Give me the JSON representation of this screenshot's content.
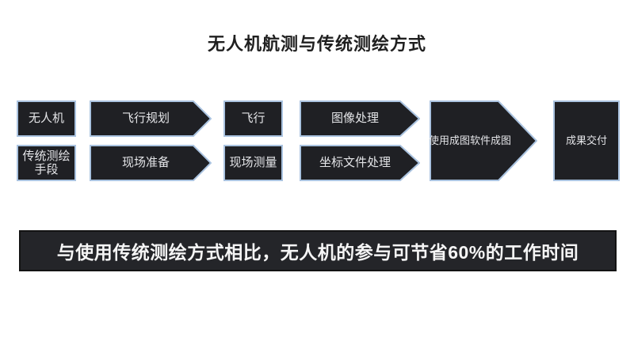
{
  "title": "无人机航测与传统测绘方式",
  "diagram": {
    "nodes": [
      {
        "id": "uav",
        "label": "无人机",
        "shape": "rect",
        "row": "uav"
      },
      {
        "id": "flight-planning",
        "label": "飞行规划",
        "shape": "arrow",
        "row": "uav"
      },
      {
        "id": "flight",
        "label": "飞行",
        "shape": "rect",
        "row": "uav"
      },
      {
        "id": "image-processing",
        "label": "图像处理",
        "shape": "arrow",
        "row": "uav"
      },
      {
        "id": "traditional-method",
        "label": "传统测绘手段",
        "label_line1": "传统测绘",
        "label_line2": "手段",
        "shape": "rect",
        "row": "traditional"
      },
      {
        "id": "site-preparation",
        "label": "现场准备",
        "shape": "arrow",
        "row": "traditional"
      },
      {
        "id": "site-survey",
        "label": "现场测量",
        "shape": "rect",
        "row": "traditional"
      },
      {
        "id": "coordinate-file-processing",
        "label": "坐标文件处理",
        "shape": "arrow",
        "row": "traditional"
      },
      {
        "id": "mapping-software",
        "label": "使用成图软件成图",
        "shape": "big-arrow",
        "row": "merged"
      },
      {
        "id": "deliverable",
        "label": "成果交付",
        "shape": "big-rect",
        "row": "merged"
      }
    ]
  },
  "banner": {
    "text": "与使用传统测绘方式相比，无人机的参与可节省60%的工作时间"
  },
  "colors": {
    "background": "#ffffff",
    "title_text": "#1f1f1f",
    "shape_fill": "#1f2024",
    "shape_border": "#aac3e0",
    "shape_text": "#e4e5e8",
    "banner_fill": "#242529",
    "banner_border": "#131313",
    "banner_text": "#f5f5f5"
  }
}
